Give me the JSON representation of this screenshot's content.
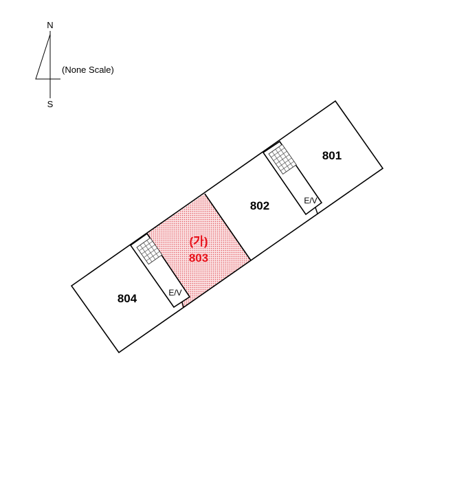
{
  "compass": {
    "north": "N",
    "south": "S",
    "scale_note": "(None Scale)"
  },
  "units": [
    {
      "id": "801",
      "label": "801",
      "highlighted": false
    },
    {
      "id": "802",
      "label": "802",
      "highlighted": false
    },
    {
      "id": "803",
      "label": "803",
      "marker": "(가)",
      "highlighted": true
    },
    {
      "id": "804",
      "label": "804",
      "highlighted": false
    }
  ],
  "elevators": [
    "E/V",
    "E/V"
  ],
  "colors": {
    "highlight": "#e8121b",
    "hatch_bg": "#f6d3d5",
    "line": "#000000"
  }
}
